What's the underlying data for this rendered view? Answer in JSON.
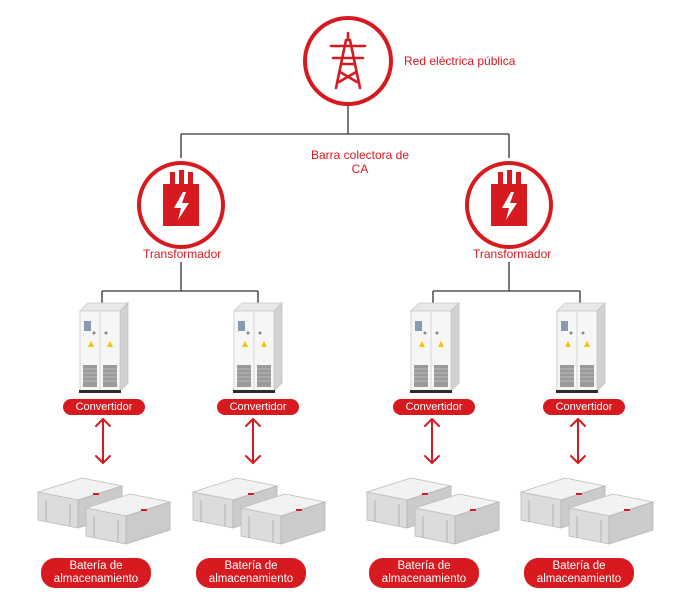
{
  "grid": {
    "label": "Red eléctrica pública",
    "icon": "transmission-tower-icon"
  },
  "busbar": {
    "line1": "Barra colectora de",
    "line2": "CA"
  },
  "transformers": [
    {
      "label": "Transformador",
      "icon": "transformer-icon"
    },
    {
      "label": "Transformador",
      "icon": "transformer-icon"
    }
  ],
  "converters": [
    {
      "label": "Convertidor"
    },
    {
      "label": "Convertidor"
    },
    {
      "label": "Convertidor"
    },
    {
      "label": "Convertidor"
    }
  ],
  "batteries": [
    {
      "line1": "Batería de",
      "line2": "almacenamiento"
    },
    {
      "line1": "Batería de",
      "line2": "almacenamiento"
    },
    {
      "line1": "Batería de",
      "line2": "almacenamiento"
    },
    {
      "line1": "Batería de",
      "line2": "almacenamiento"
    }
  ],
  "colors": {
    "accent": "#d71920",
    "cabinet": "#f2f2f2",
    "battery": "#e6e6e6"
  }
}
